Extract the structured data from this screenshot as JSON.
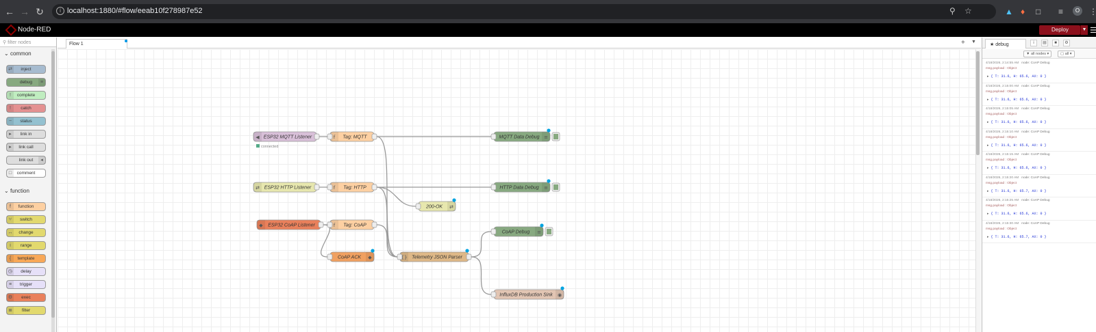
{
  "browser": {
    "url": "localhost:1880/#flow/eeab10f278987e52",
    "profile_initial": "O"
  },
  "header": {
    "app_title": "Node-RED",
    "deploy_label": "Deploy"
  },
  "palette": {
    "filter_placeholder": "filter nodes",
    "categories": [
      {
        "name": "common",
        "nodes": [
          {
            "label": "inject",
            "color": "#a6bbcf"
          },
          {
            "label": "debug",
            "color": "#87a980"
          },
          {
            "label": "complete",
            "color": "#c0edc0"
          },
          {
            "label": "catch",
            "color": "#e49191"
          },
          {
            "label": "status",
            "color": "#94c1d0"
          },
          {
            "label": "link in",
            "color": "#dddddd"
          },
          {
            "label": "link call",
            "color": "#dddddd"
          },
          {
            "label": "link out",
            "color": "#dddddd"
          },
          {
            "label": "comment",
            "color": "#ffffff"
          }
        ]
      },
      {
        "name": "function",
        "nodes": [
          {
            "label": "function",
            "color": "#fdd0a2"
          },
          {
            "label": "switch",
            "color": "#e2d96e"
          },
          {
            "label": "change",
            "color": "#e2d96e"
          },
          {
            "label": "range",
            "color": "#e2d96e"
          },
          {
            "label": "template",
            "color": "#f8a858"
          },
          {
            "label": "delay",
            "color": "#e6e0f8"
          },
          {
            "label": "trigger",
            "color": "#e6e0f8"
          },
          {
            "label": "exec",
            "color": "#e9805b"
          },
          {
            "label": "filter",
            "color": "#e2d96e"
          }
        ]
      }
    ]
  },
  "workspace": {
    "tabs": [
      {
        "label": "Flow 1"
      }
    ],
    "nodes": {
      "mqtt_in": {
        "label": "ESP32 MQTT Listener",
        "color": "#d8bfd8",
        "status": "connected",
        "status_color": "#5a8"
      },
      "tag_mqtt": {
        "label": "Tag: MQTT",
        "color": "#fdd0a2"
      },
      "mqtt_debug": {
        "label": "MQTT Data Debug",
        "color": "#87a980"
      },
      "http_in": {
        "label": "ESP32 HTTP Listener",
        "color": "#e7e7ae"
      },
      "tag_http": {
        "label": "Tag: HTTP",
        "color": "#fdd0a2"
      },
      "http_debug": {
        "label": "HTTP Data Debug",
        "color": "#87a980"
      },
      "http_resp": {
        "label": "200-OK",
        "color": "#e7e7ae"
      },
      "coap_in": {
        "label": "ESP32 CoAP Listener",
        "color": "#e9805b"
      },
      "tag_coap": {
        "label": "Tag: CoAP",
        "color": "#fdd0a2"
      },
      "coap_ack": {
        "label": "CoAP ACK",
        "color": "#f0a060"
      },
      "coap_debug": {
        "label": "CoAP Debug",
        "color": "#87a980"
      },
      "json_parser": {
        "label": "Telemetry JSON Parser",
        "color": "#deb887"
      },
      "influx": {
        "label": "InfluxDB Production Sink",
        "color": "#e2c5b3"
      }
    }
  },
  "sidebar": {
    "tab_label": "debug",
    "filter_nodes_label": "all nodes",
    "filter_all_label": "all",
    "messages": [
      {
        "time": "4/18/2026, 2:14:55 AM",
        "node": "node: CoAP Debug",
        "topic": "msg.payload : Object",
        "value": "{ T: 31.6, H: 65.6, AX: 0 }"
      },
      {
        "time": "4/18/2026, 2:15:00 AM",
        "node": "node: CoAP Debug",
        "topic": "msg.payload : Object",
        "value": "{ T: 31.6, H: 65.6, AX: 0 }"
      },
      {
        "time": "4/18/2026, 2:15:05 AM",
        "node": "node: CoAP Debug",
        "topic": "msg.payload : Object",
        "value": "{ T: 31.6, H: 65.6, AX: 0 }"
      },
      {
        "time": "4/18/2026, 2:15:10 AM",
        "node": "node: CoAP Debug",
        "topic": "msg.payload : Object",
        "value": "{ T: 31.6, H: 65.6, AX: 0 }"
      },
      {
        "time": "4/18/2026, 2:15:15 AM",
        "node": "node: CoAP Debug",
        "topic": "msg.payload : Object",
        "value": "{ T: 31.6, H: 65.6, AX: 0 }"
      },
      {
        "time": "4/18/2026, 2:15:20 AM",
        "node": "node: CoAP Debug",
        "topic": "msg.payload : Object",
        "value": "{ T: 31.6, H: 65.7, AX: 0 }"
      },
      {
        "time": "4/18/2026, 2:15:25 AM",
        "node": "node: CoAP Debug",
        "topic": "msg.payload : Object",
        "value": "{ T: 31.6, H: 65.6, AX: 0 }"
      },
      {
        "time": "4/18/2026, 2:15:30 AM",
        "node": "node: CoAP Debug",
        "topic": "msg.payload : Object",
        "value": "{ T: 31.6, H: 65.7, AX: 0 }"
      }
    ]
  }
}
